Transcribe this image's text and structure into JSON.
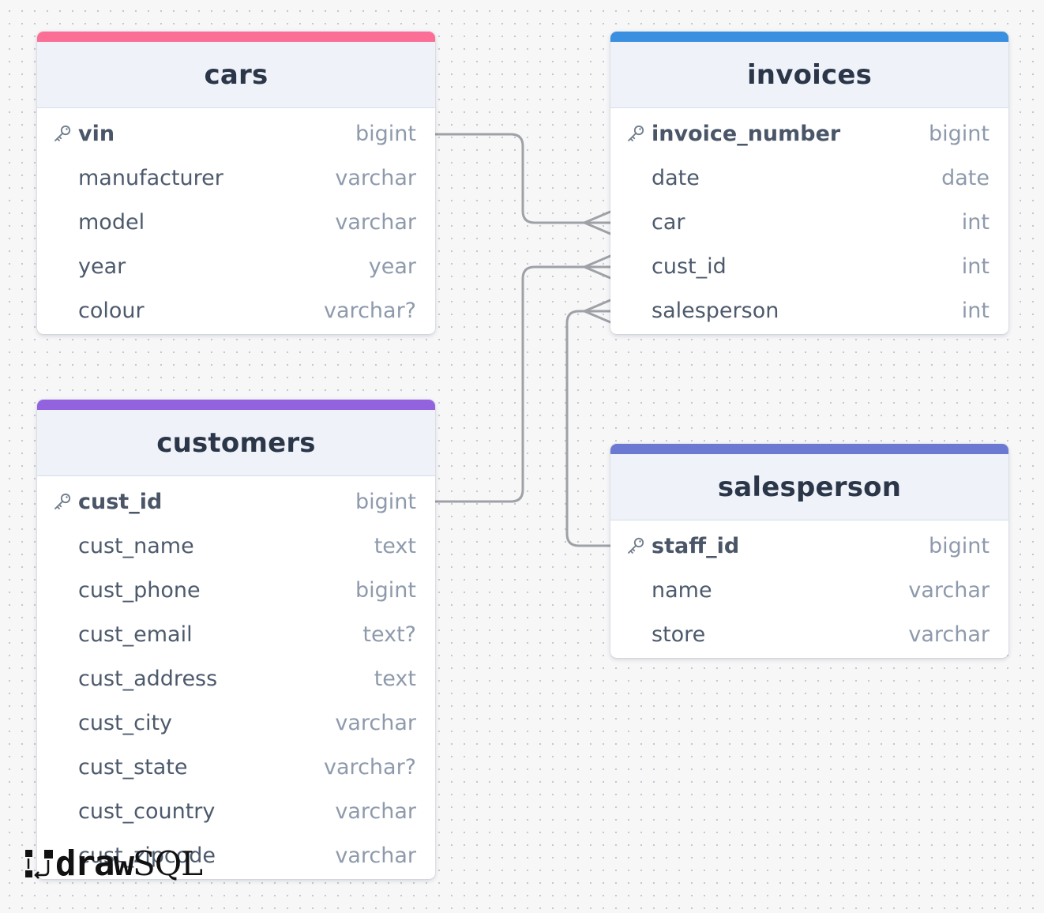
{
  "colors": {
    "cars": "#fb6f97",
    "invoices": "#3b8fe0",
    "customers": "#9262df",
    "salesperson": "#6c79d2",
    "connector": "#9ea1a6"
  },
  "tables": {
    "cars": {
      "title": "cars",
      "fields": [
        {
          "name": "vin",
          "type": "bigint",
          "pk": true
        },
        {
          "name": "manufacturer",
          "type": "varchar"
        },
        {
          "name": "model",
          "type": "varchar"
        },
        {
          "name": "year",
          "type": "year"
        },
        {
          "name": "colour",
          "type": "varchar?"
        }
      ]
    },
    "invoices": {
      "title": "invoices",
      "fields": [
        {
          "name": "invoice_number",
          "type": "bigint",
          "pk": true
        },
        {
          "name": "date",
          "type": "date"
        },
        {
          "name": "car",
          "type": "int"
        },
        {
          "name": "cust_id",
          "type": "int"
        },
        {
          "name": "salesperson",
          "type": "int"
        }
      ]
    },
    "customers": {
      "title": "customers",
      "fields": [
        {
          "name": "cust_id",
          "type": "bigint",
          "pk": true
        },
        {
          "name": "cust_name",
          "type": "text"
        },
        {
          "name": "cust_phone",
          "type": "bigint"
        },
        {
          "name": "cust_email",
          "type": "text?"
        },
        {
          "name": "cust_address",
          "type": "text"
        },
        {
          "name": "cust_city",
          "type": "varchar"
        },
        {
          "name": "cust_state",
          "type": "varchar?"
        },
        {
          "name": "cust_country",
          "type": "varchar"
        },
        {
          "name": "cust_zipcode",
          "type": "varchar"
        }
      ]
    },
    "salesperson": {
      "title": "salesperson",
      "fields": [
        {
          "name": "staff_id",
          "type": "bigint",
          "pk": true
        },
        {
          "name": "name",
          "type": "varchar"
        },
        {
          "name": "store",
          "type": "varchar"
        }
      ]
    }
  },
  "relationships": [
    {
      "from": "cars.vin",
      "to": "invoices.car"
    },
    {
      "from": "customers.cust_id",
      "to": "invoices.cust_id"
    },
    {
      "from": "salesperson.staff_id",
      "to": "invoices.salesperson"
    }
  ],
  "logo": {
    "part1": "draw",
    "part2": "SQL",
    "icon": "drawsql-logo-icon"
  },
  "icons": {
    "primary_key": "key-icon"
  }
}
